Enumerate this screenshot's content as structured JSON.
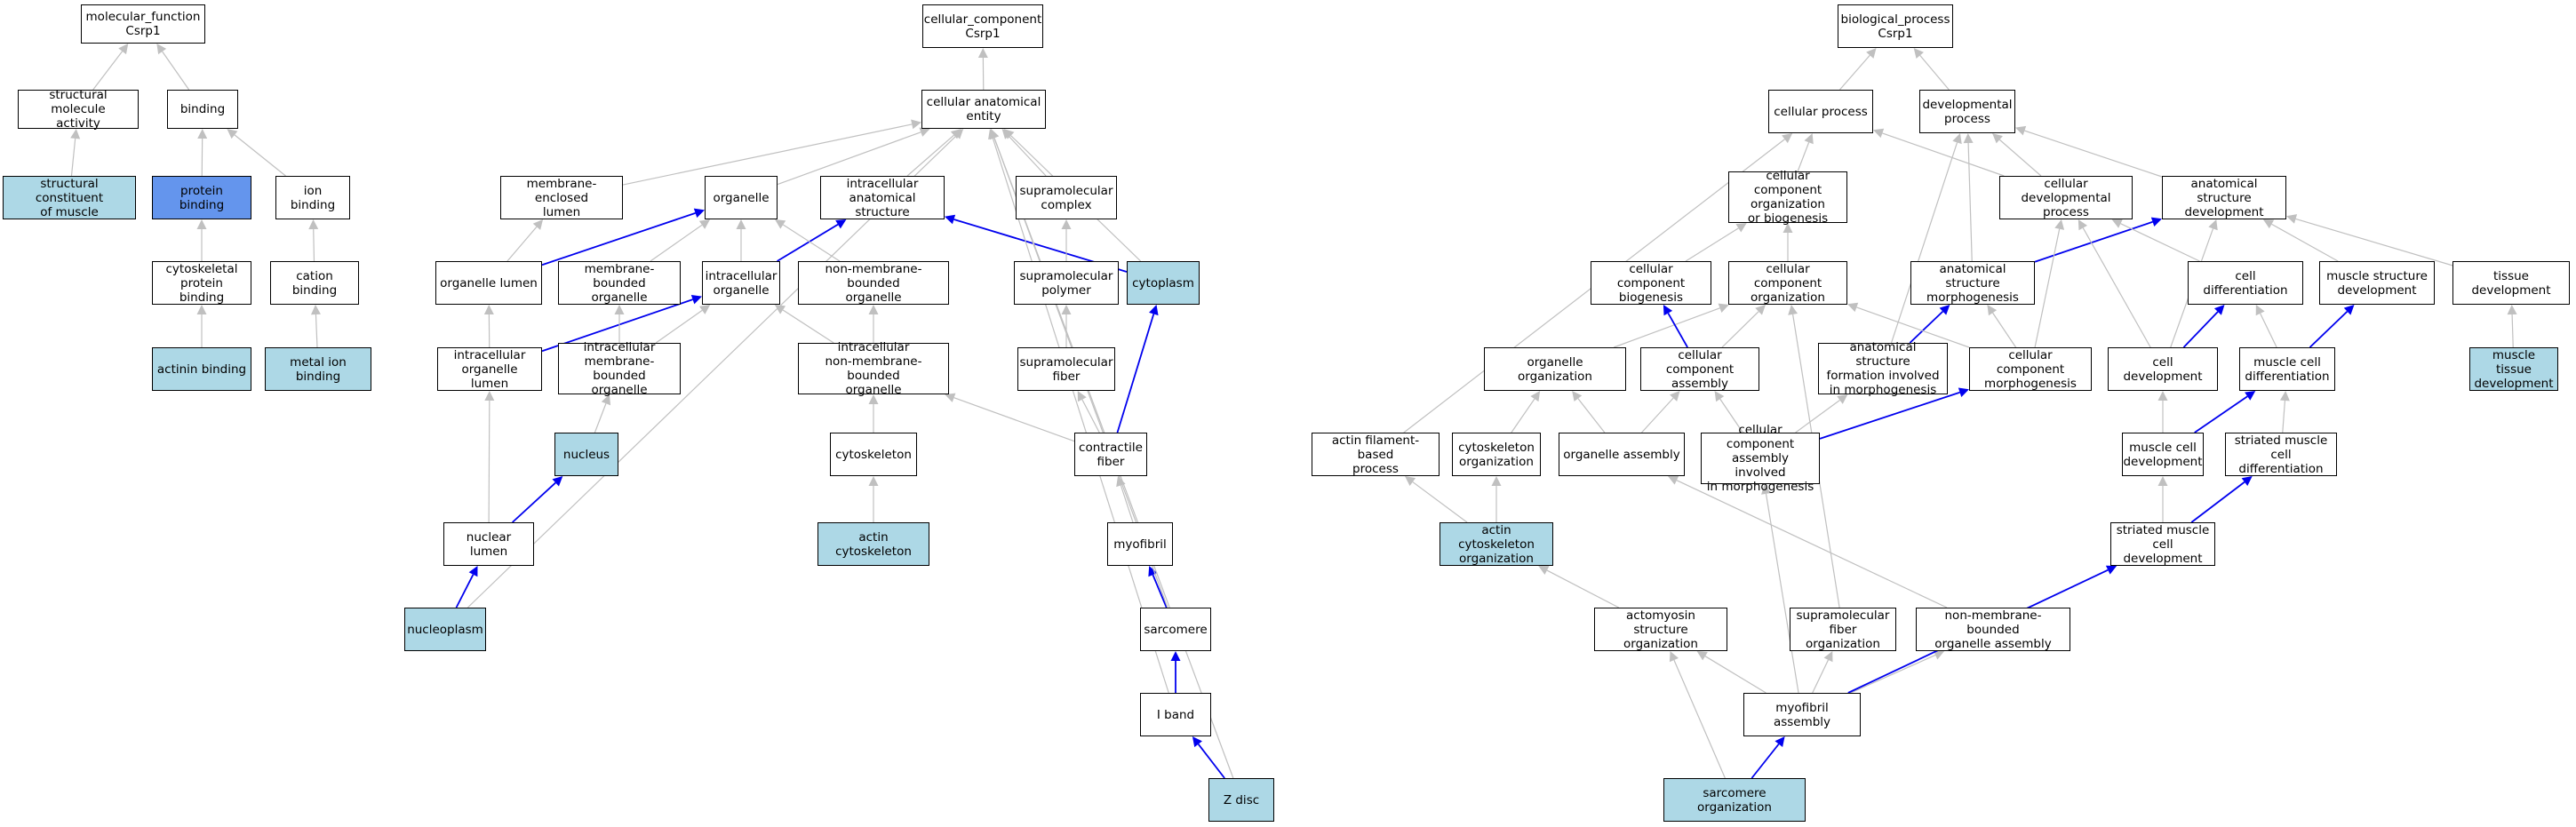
{
  "nodes": {
    "mf_root": {
      "label": "molecular_function\nCsrp1",
      "style": "plain"
    },
    "cc_root": {
      "label": "cellular_component\nCsrp1",
      "style": "plain"
    },
    "bp_root": {
      "label": "biological_process\nCsrp1",
      "style": "plain"
    },
    "struct_mol_act": {
      "label": "structural molecule\nactivity",
      "style": "plain"
    },
    "binding": {
      "label": "binding",
      "style": "plain"
    },
    "struct_const_muscle": {
      "label": "structural constituent\nof muscle",
      "style": "hl"
    },
    "protein_binding": {
      "label": "protein binding",
      "style": "focus"
    },
    "ion_binding": {
      "label": "ion binding",
      "style": "plain"
    },
    "cytoskeletal_pb": {
      "label": "cytoskeletal\nprotein binding",
      "style": "plain"
    },
    "cation_binding": {
      "label": "cation binding",
      "style": "plain"
    },
    "actinin_binding": {
      "label": "actinin binding",
      "style": "hl"
    },
    "metal_ion_binding": {
      "label": "metal ion binding",
      "style": "hl"
    },
    "cae": {
      "label": "cellular anatomical\nentity",
      "style": "plain"
    },
    "membrane_enclosed_lumen": {
      "label": "membrane-enclosed\nlumen",
      "style": "plain"
    },
    "organelle": {
      "label": "organelle",
      "style": "plain"
    },
    "intracellular_as": {
      "label": "intracellular\nanatomical structure",
      "style": "plain"
    },
    "supramolecular_complex": {
      "label": "supramolecular\ncomplex",
      "style": "plain"
    },
    "organelle_lumen": {
      "label": "organelle lumen",
      "style": "plain"
    },
    "membrane_bounded_org": {
      "label": "membrane-bounded\norganelle",
      "style": "plain"
    },
    "intracellular_org": {
      "label": "intracellular\norganelle",
      "style": "plain"
    },
    "non_membrane_bounded_org": {
      "label": "non-membrane-bounded\norganelle",
      "style": "plain"
    },
    "supramolecular_polymer": {
      "label": "supramolecular\npolymer",
      "style": "plain"
    },
    "cytoplasm": {
      "label": "cytoplasm",
      "style": "hl"
    },
    "intracellular_org_lumen": {
      "label": "intracellular\norganelle lumen",
      "style": "plain"
    },
    "intracellular_mbo": {
      "label": "intracellular\nmembrane-bounded\norganelle",
      "style": "plain"
    },
    "intracellular_nmbo": {
      "label": "intracellular\nnon-membrane-bounded\norganelle",
      "style": "plain"
    },
    "supramolecular_fiber": {
      "label": "supramolecular\nfiber",
      "style": "plain"
    },
    "nucleus": {
      "label": "nucleus",
      "style": "hl"
    },
    "cytoskeleton": {
      "label": "cytoskeleton",
      "style": "plain"
    },
    "contractile_fiber": {
      "label": "contractile\nfiber",
      "style": "plain"
    },
    "nuclear_lumen": {
      "label": "nuclear lumen",
      "style": "plain"
    },
    "actin_cytoskeleton": {
      "label": "actin cytoskeleton",
      "style": "hl"
    },
    "myofibril": {
      "label": "myofibril",
      "style": "plain"
    },
    "nucleoplasm": {
      "label": "nucleoplasm",
      "style": "hl"
    },
    "sarcomere": {
      "label": "sarcomere",
      "style": "plain"
    },
    "i_band": {
      "label": "I band",
      "style": "plain"
    },
    "z_disc": {
      "label": "Z disc",
      "style": "hl"
    },
    "cellular_process": {
      "label": "cellular process",
      "style": "plain"
    },
    "developmental_process": {
      "label": "developmental\nprocess",
      "style": "plain"
    },
    "ccob": {
      "label": "cellular component\norganization\nor biogenesis",
      "style": "plain"
    },
    "cell_dev_process": {
      "label": "cellular developmental\nprocess",
      "style": "plain"
    },
    "anat_struct_dev": {
      "label": "anatomical structure\ndevelopment",
      "style": "plain"
    },
    "cc_biogenesis": {
      "label": "cellular component\nbiogenesis",
      "style": "plain"
    },
    "cc_organization": {
      "label": "cellular component\norganization",
      "style": "plain"
    },
    "anat_struct_morph": {
      "label": "anatomical structure\nmorphogenesis",
      "style": "plain"
    },
    "cell_differentiation": {
      "label": "cell differentiation",
      "style": "plain"
    },
    "muscle_struct_dev": {
      "label": "muscle structure\ndevelopment",
      "style": "plain"
    },
    "tissue_development": {
      "label": "tissue development",
      "style": "plain"
    },
    "organelle_organization": {
      "label": "organelle organization",
      "style": "plain"
    },
    "cc_assembly": {
      "label": "cellular component\nassembly",
      "style": "plain"
    },
    "asfim": {
      "label": "anatomical structure\nformation involved\nin morphogenesis",
      "style": "plain"
    },
    "cc_morphogenesis": {
      "label": "cellular component\nmorphogenesis",
      "style": "plain"
    },
    "cell_development": {
      "label": "cell development",
      "style": "plain"
    },
    "muscle_cell_diff": {
      "label": "muscle cell\ndifferentiation",
      "style": "plain"
    },
    "muscle_tissue_dev": {
      "label": "muscle tissue\ndevelopment",
      "style": "hl"
    },
    "actin_filament_process": {
      "label": "actin filament-based\nprocess",
      "style": "plain"
    },
    "cytoskeleton_org": {
      "label": "cytoskeleton\norganization",
      "style": "plain"
    },
    "organelle_assembly": {
      "label": "organelle assembly",
      "style": "plain"
    },
    "ccaim": {
      "label": "cellular component\nassembly involved\nin morphogenesis",
      "style": "plain"
    },
    "muscle_cell_dev": {
      "label": "muscle cell\ndevelopment",
      "style": "plain"
    },
    "striated_muscle_cell_diff": {
      "label": "striated muscle\ncell differentiation",
      "style": "plain"
    },
    "actin_cytoskeleton_org": {
      "label": "actin cytoskeleton\norganization",
      "style": "hl"
    },
    "striated_muscle_cell_dev": {
      "label": "striated muscle\ncell development",
      "style": "plain"
    },
    "actomyosin_struct_org": {
      "label": "actomyosin structure\norganization",
      "style": "plain"
    },
    "supramolecular_fiber_org": {
      "label": "supramolecular\nfiber organization",
      "style": "plain"
    },
    "nmbo_assembly": {
      "label": "non-membrane-bounded\norganelle assembly",
      "style": "plain"
    },
    "myofibril_assembly": {
      "label": "myofibril assembly",
      "style": "plain"
    },
    "sarcomere_organization": {
      "label": "sarcomere organization",
      "style": "hl"
    }
  },
  "edges": [
    {
      "from": "struct_mol_act",
      "to": "mf_root",
      "color": "gray"
    },
    {
      "from": "binding",
      "to": "mf_root",
      "color": "gray"
    },
    {
      "from": "struct_const_muscle",
      "to": "struct_mol_act",
      "color": "gray"
    },
    {
      "from": "protein_binding",
      "to": "binding",
      "color": "gray"
    },
    {
      "from": "ion_binding",
      "to": "binding",
      "color": "gray"
    },
    {
      "from": "cytoskeletal_pb",
      "to": "protein_binding",
      "color": "gray"
    },
    {
      "from": "cation_binding",
      "to": "ion_binding",
      "color": "gray"
    },
    {
      "from": "actinin_binding",
      "to": "cytoskeletal_pb",
      "color": "gray"
    },
    {
      "from": "metal_ion_binding",
      "to": "cation_binding",
      "color": "gray"
    },
    {
      "from": "cae",
      "to": "cc_root",
      "color": "gray"
    },
    {
      "from": "membrane_enclosed_lumen",
      "to": "cae",
      "color": "gray"
    },
    {
      "from": "organelle",
      "to": "cae",
      "color": "gray"
    },
    {
      "from": "intracellular_as",
      "to": "cae",
      "color": "gray"
    },
    {
      "from": "supramolecular_complex",
      "to": "cae",
      "color": "gray"
    },
    {
      "from": "cytoplasm",
      "to": "cae",
      "color": "gray"
    },
    {
      "from": "organelle_lumen",
      "to": "membrane_enclosed_lumen",
      "color": "gray"
    },
    {
      "from": "organelle_lumen",
      "to": "organelle",
      "color": "blue"
    },
    {
      "from": "membrane_bounded_org",
      "to": "organelle",
      "color": "gray"
    },
    {
      "from": "intracellular_org",
      "to": "organelle",
      "color": "gray"
    },
    {
      "from": "intracellular_org",
      "to": "intracellular_as",
      "color": "blue"
    },
    {
      "from": "non_membrane_bounded_org",
      "to": "organelle",
      "color": "gray"
    },
    {
      "from": "cytoplasm",
      "to": "intracellular_as",
      "color": "blue"
    },
    {
      "from": "supramolecular_polymer",
      "to": "supramolecular_complex",
      "color": "gray"
    },
    {
      "from": "intracellular_org_lumen",
      "to": "organelle_lumen",
      "color": "gray"
    },
    {
      "from": "intracellular_org_lumen",
      "to": "intracellular_org",
      "color": "blue"
    },
    {
      "from": "intracellular_mbo",
      "to": "membrane_bounded_org",
      "color": "gray"
    },
    {
      "from": "intracellular_mbo",
      "to": "intracellular_org",
      "color": "gray"
    },
    {
      "from": "intracellular_nmbo",
      "to": "intracellular_org",
      "color": "gray"
    },
    {
      "from": "intracellular_nmbo",
      "to": "non_membrane_bounded_org",
      "color": "gray"
    },
    {
      "from": "supramolecular_fiber",
      "to": "supramolecular_polymer",
      "color": "gray"
    },
    {
      "from": "nucleus",
      "to": "intracellular_mbo",
      "color": "gray"
    },
    {
      "from": "cytoskeleton",
      "to": "intracellular_nmbo",
      "color": "gray"
    },
    {
      "from": "contractile_fiber",
      "to": "supramolecular_fiber",
      "color": "gray"
    },
    {
      "from": "contractile_fiber",
      "to": "intracellular_nmbo",
      "color": "gray"
    },
    {
      "from": "contractile_fiber",
      "to": "cytoplasm",
      "color": "blue"
    },
    {
      "from": "nuclear_lumen",
      "to": "intracellular_org_lumen",
      "color": "gray"
    },
    {
      "from": "nuclear_lumen",
      "to": "nucleus",
      "color": "blue"
    },
    {
      "from": "actin_cytoskeleton",
      "to": "cytoskeleton",
      "color": "gray"
    },
    {
      "from": "myofibril",
      "to": "contractile_fiber",
      "color": "gray"
    },
    {
      "from": "nucleoplasm",
      "to": "nuclear_lumen",
      "color": "blue"
    },
    {
      "from": "nucleoplasm",
      "to": "cae",
      "color": "gray"
    },
    {
      "from": "sarcomere",
      "to": "myofibril",
      "color": "blue"
    },
    {
      "from": "sarcomere",
      "to": "cae",
      "color": "gray"
    },
    {
      "from": "i_band",
      "to": "sarcomere",
      "color": "blue"
    },
    {
      "from": "i_band",
      "to": "cae",
      "color": "gray"
    },
    {
      "from": "z_disc",
      "to": "i_band",
      "color": "blue"
    },
    {
      "from": "z_disc",
      "to": "cae",
      "color": "gray"
    },
    {
      "from": "cellular_process",
      "to": "bp_root",
      "color": "gray"
    },
    {
      "from": "developmental_process",
      "to": "bp_root",
      "color": "gray"
    },
    {
      "from": "ccob",
      "to": "cellular_process",
      "color": "gray"
    },
    {
      "from": "cell_dev_process",
      "to": "cellular_process",
      "color": "gray"
    },
    {
      "from": "cell_dev_process",
      "to": "developmental_process",
      "color": "gray"
    },
    {
      "from": "anat_struct_dev",
      "to": "developmental_process",
      "color": "gray"
    },
    {
      "from": "actin_filament_process",
      "to": "cellular_process",
      "color": "gray"
    },
    {
      "from": "cc_biogenesis",
      "to": "ccob",
      "color": "gray"
    },
    {
      "from": "cc_organization",
      "to": "ccob",
      "color": "gray"
    },
    {
      "from": "anat_struct_morph",
      "to": "developmental_process",
      "color": "gray"
    },
    {
      "from": "anat_struct_morph",
      "to": "anat_struct_dev",
      "color": "blue"
    },
    {
      "from": "cell_differentiation",
      "to": "cell_dev_process",
      "color": "gray"
    },
    {
      "from": "muscle_struct_dev",
      "to": "anat_struct_dev",
      "color": "gray"
    },
    {
      "from": "tissue_development",
      "to": "anat_struct_dev",
      "color": "gray"
    },
    {
      "from": "organelle_organization",
      "to": "cc_organization",
      "color": "gray"
    },
    {
      "from": "cc_assembly",
      "to": "cc_biogenesis",
      "color": "blue"
    },
    {
      "from": "cc_assembly",
      "to": "cc_organization",
      "color": "gray"
    },
    {
      "from": "asfim",
      "to": "anat_struct_morph",
      "color": "blue"
    },
    {
      "from": "asfim",
      "to": "developmental_process",
      "color": "gray"
    },
    {
      "from": "cc_morphogenesis",
      "to": "anat_struct_morph",
      "color": "gray"
    },
    {
      "from": "cc_morphogenesis",
      "to": "cc_organization",
      "color": "gray"
    },
    {
      "from": "cc_morphogenesis",
      "to": "cell_dev_process",
      "color": "gray"
    },
    {
      "from": "cell_development",
      "to": "cell_differentiation",
      "color": "blue"
    },
    {
      "from": "cell_development",
      "to": "anat_struct_dev",
      "color": "gray"
    },
    {
      "from": "cell_development",
      "to": "cell_dev_process",
      "color": "gray"
    },
    {
      "from": "muscle_cell_diff",
      "to": "cell_differentiation",
      "color": "gray"
    },
    {
      "from": "muscle_cell_diff",
      "to": "muscle_struct_dev",
      "color": "blue"
    },
    {
      "from": "muscle_tissue_dev",
      "to": "tissue_development",
      "color": "gray"
    },
    {
      "from": "cytoskeleton_org",
      "to": "organelle_organization",
      "color": "gray"
    },
    {
      "from": "organelle_assembly",
      "to": "organelle_organization",
      "color": "gray"
    },
    {
      "from": "organelle_assembly",
      "to": "cc_assembly",
      "color": "gray"
    },
    {
      "from": "ccaim",
      "to": "cc_assembly",
      "color": "gray"
    },
    {
      "from": "ccaim",
      "to": "asfim",
      "color": "gray"
    },
    {
      "from": "ccaim",
      "to": "cc_morphogenesis",
      "color": "blue"
    },
    {
      "from": "muscle_cell_dev",
      "to": "cell_development",
      "color": "gray"
    },
    {
      "from": "muscle_cell_dev",
      "to": "muscle_cell_diff",
      "color": "blue"
    },
    {
      "from": "striated_muscle_cell_diff",
      "to": "muscle_cell_diff",
      "color": "gray"
    },
    {
      "from": "actin_cytoskeleton_org",
      "to": "actin_filament_process",
      "color": "gray"
    },
    {
      "from": "actin_cytoskeleton_org",
      "to": "cytoskeleton_org",
      "color": "gray"
    },
    {
      "from": "striated_muscle_cell_dev",
      "to": "muscle_cell_dev",
      "color": "gray"
    },
    {
      "from": "striated_muscle_cell_dev",
      "to": "striated_muscle_cell_diff",
      "color": "blue"
    },
    {
      "from": "actomyosin_struct_org",
      "to": "actin_cytoskeleton_org",
      "color": "gray"
    },
    {
      "from": "supramolecular_fiber_org",
      "to": "cc_organization",
      "color": "gray"
    },
    {
      "from": "nmbo_assembly",
      "to": "organelle_assembly",
      "color": "gray"
    },
    {
      "from": "myofibril_assembly",
      "to": "actomyosin_struct_org",
      "color": "gray"
    },
    {
      "from": "myofibril_assembly",
      "to": "supramolecular_fiber_org",
      "color": "gray"
    },
    {
      "from": "myofibril_assembly",
      "to": "nmbo_assembly",
      "color": "gray"
    },
    {
      "from": "myofibril_assembly",
      "to": "ccaim",
      "color": "gray"
    },
    {
      "from": "myofibril_assembly",
      "to": "striated_muscle_cell_dev",
      "color": "blue"
    },
    {
      "from": "sarcomere_organization",
      "to": "actomyosin_struct_org",
      "color": "gray"
    },
    {
      "from": "sarcomere_organization",
      "to": "myofibril_assembly",
      "color": "blue"
    }
  ],
  "colors": {
    "gray": "#c0c0c0",
    "blue": "#0000ee",
    "highlight": "#add8e6",
    "focus": "#6495ed"
  }
}
